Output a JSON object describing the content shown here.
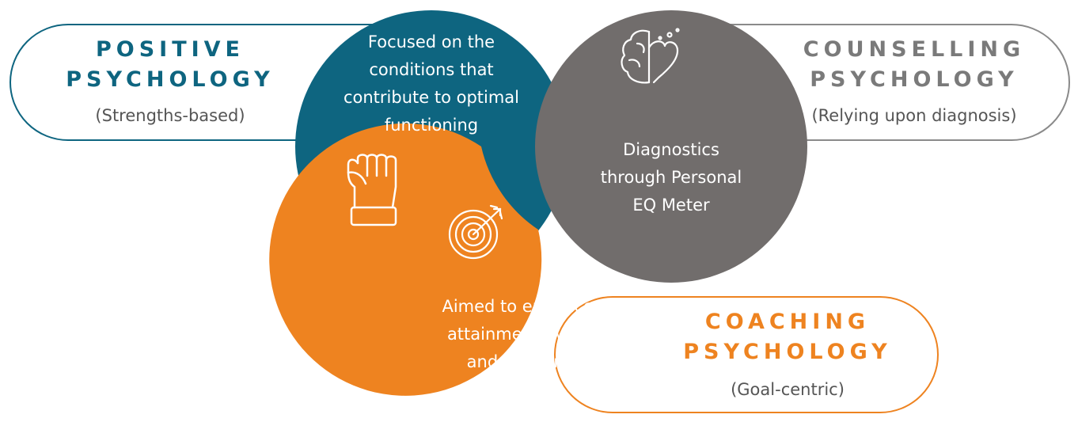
{
  "colors": {
    "teal": "#0e6580",
    "gray": "#716d6c",
    "orange": "#ee8320"
  },
  "positive": {
    "title_line1": "POSITIVE",
    "title_line2": "PSYCHOLOGY",
    "subtitle": "(Strengths-based)",
    "circle_line1": "Focused on the",
    "circle_line2": "conditions that",
    "circle_line3": "contribute to optimal",
    "circle_line4": "functioning",
    "icon": "fist-icon"
  },
  "counselling": {
    "title_line1": "COUNSELLING",
    "title_line2": "PSYCHOLOGY",
    "subtitle": "(Relying upon diagnosis)",
    "circle_line1": "Diagnostics",
    "circle_line2": "through Personal",
    "circle_line3": "EQ Meter",
    "icon": "brain-heart-icon"
  },
  "coaching": {
    "title_line1": "COACHING",
    "title_line2": "PSYCHOLOGY",
    "subtitle": "(Goal-centric)",
    "circle_line1": "Aimed to enhance goal",
    "circle_line2": "attainment, wellbeing",
    "circle_line3": "and performance",
    "icon": "target-icon"
  }
}
